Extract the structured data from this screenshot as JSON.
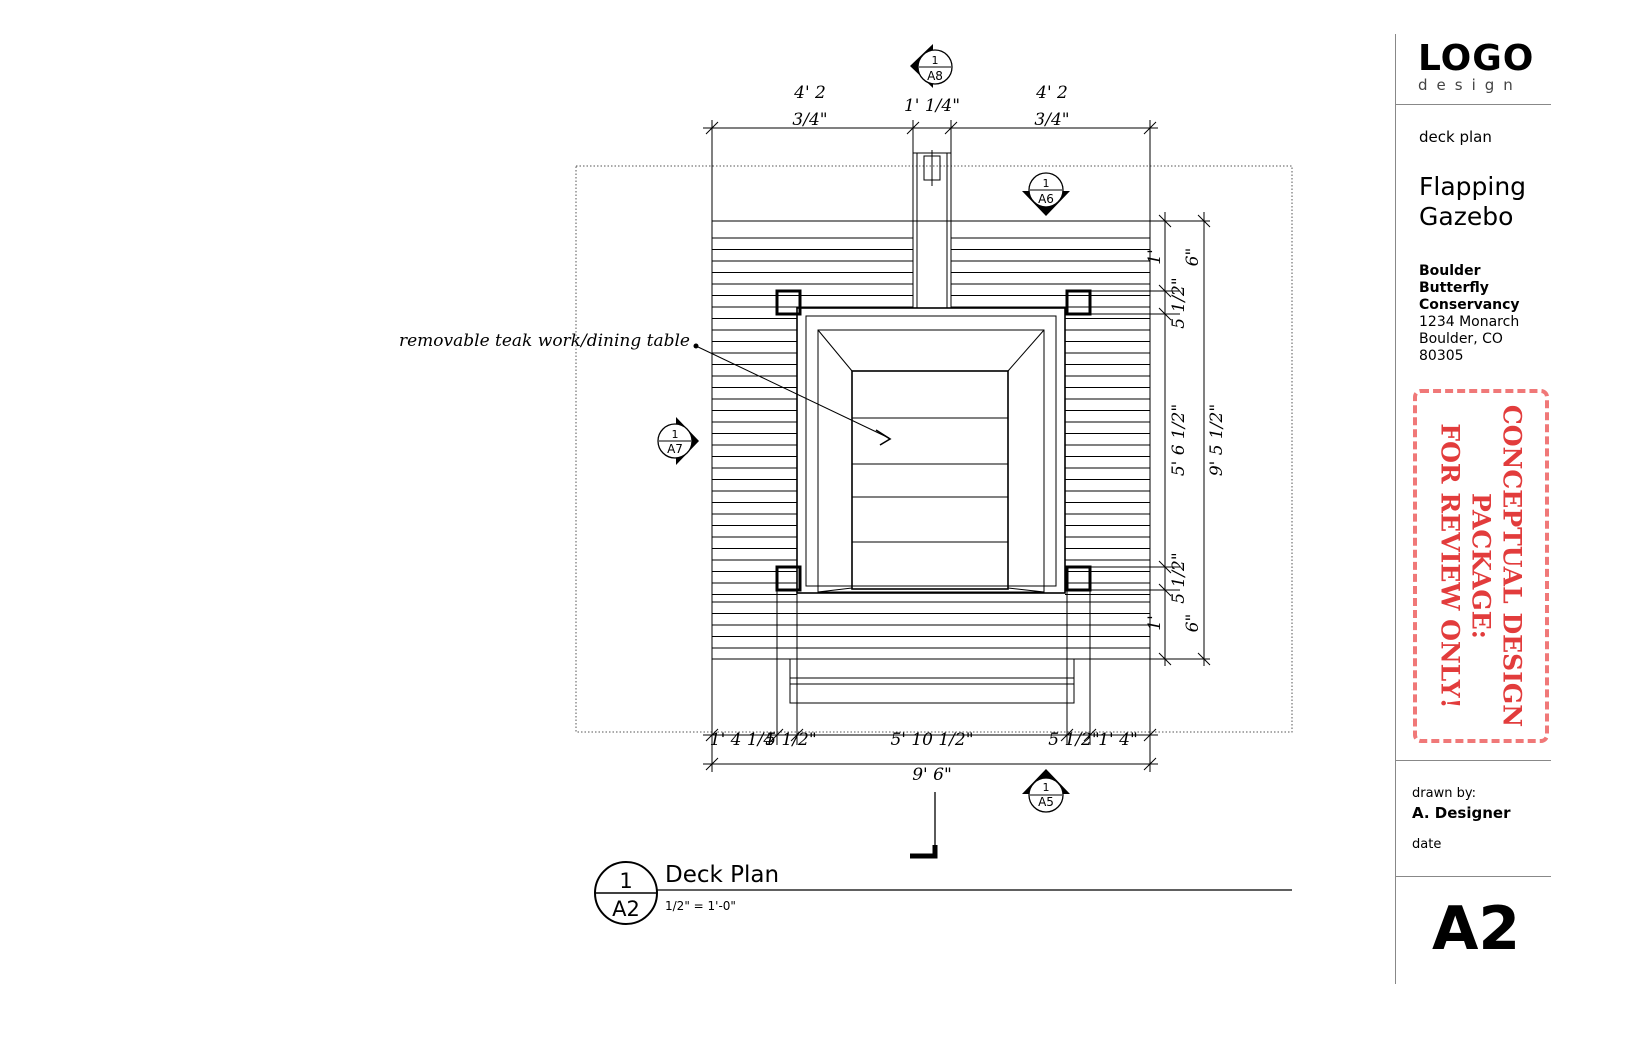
{
  "drawing": {
    "callout_note": "removable teak work/dining table",
    "dimensions": {
      "top_left": "4' 2",
      "top_left_frac": "3/4\"",
      "top_center": "1' 1/4\"",
      "top_right": "4' 2",
      "top_right_frac": "3/4\"",
      "bottom_a": "1' 4 1/4",
      "bottom_b": "5 1/2\"",
      "bottom_c": "5' 10 1/2\"",
      "bottom_d": "5 1/2\"",
      "bottom_e": "1' 4\"",
      "bottom_total": "9' 6\"",
      "right_a": "1'",
      "right_b": "6\"",
      "right_c": "5 1/2\"",
      "right_d": "5' 6 1/2\"",
      "right_e": "5 1/2\"",
      "right_f": "1'",
      "right_g": "6\"",
      "right_total": "9' 5 1/2\""
    },
    "section_markers": {
      "a8": {
        "num": "1",
        "sheet": "A8"
      },
      "a6": {
        "num": "1",
        "sheet": "A6"
      },
      "a7": {
        "num": "1",
        "sheet": "A7"
      },
      "a5": {
        "num": "1",
        "sheet": "A5"
      }
    },
    "view_title": {
      "bubble_num": "1",
      "bubble_sheet": "A2",
      "title": "Deck Plan",
      "scale": "1/2\" = 1'-0\""
    }
  },
  "title_block": {
    "logo_main": "LOGO",
    "logo_sub": "design",
    "sheet_label": "deck plan",
    "project_name": "Flapping Gazebo",
    "client_line1": "Boulder",
    "client_line2": "Butterfly",
    "client_line3": "Conservancy",
    "address_line1": "1234 Monarch",
    "address_line2": "Boulder, CO",
    "address_line3": "80305",
    "drawn_by_label": "drawn by:",
    "drawn_by_name": "A. Designer",
    "date_label": "date",
    "sheet_number": "A2"
  },
  "stamp": {
    "line1": "CONCEPTUAL DESIGN",
    "line2": "PACKAGE:",
    "line3": "FOR REVIEW ONLY!",
    "color": "#e23c3c"
  }
}
